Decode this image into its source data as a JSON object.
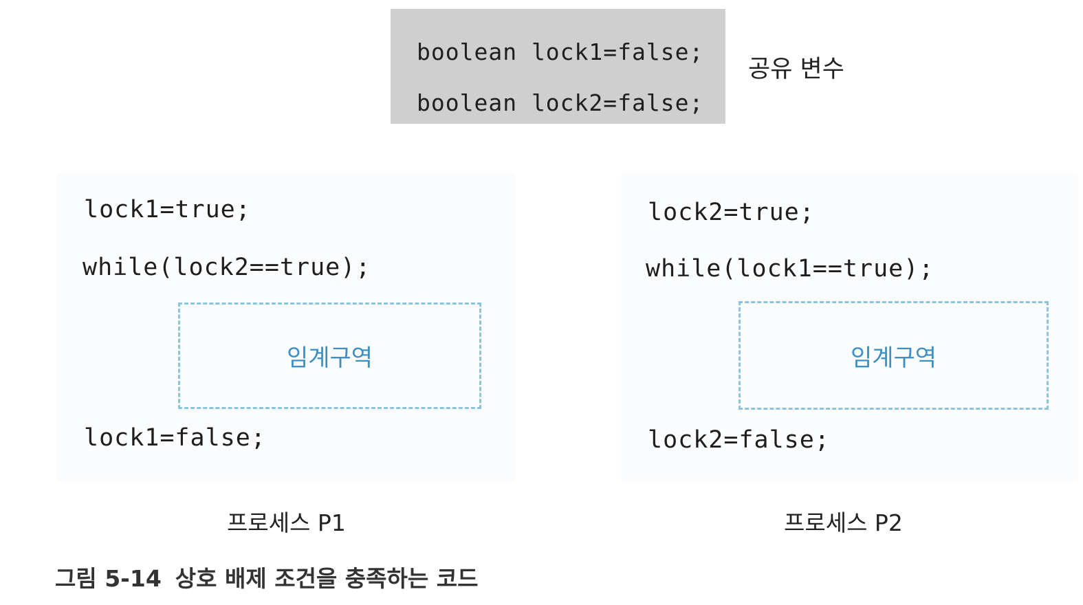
{
  "shared": {
    "lines": [
      "boolean lock1=false;",
      "boolean lock2=false;"
    ],
    "label": "공유 변수"
  },
  "processes": [
    {
      "code_top": [
        "lock1=true;",
        "while(lock2==true);"
      ],
      "critical_section": "임계구역",
      "code_bottom": "lock1=false;",
      "caption": "프로세스 P1"
    },
    {
      "code_top": [
        "lock2=true;",
        "while(lock1==true);"
      ],
      "critical_section": "임계구역",
      "code_bottom": "lock2=false;",
      "caption": "프로세스 P2"
    }
  ],
  "figure": {
    "number": "그림 5-14",
    "title": "상호 배제 조건을 충족하는 코드"
  },
  "colors": {
    "shared_box_bg": "#cfcfcf",
    "critical_border": "#8cc4dc",
    "critical_text": "#3d8fc4"
  }
}
